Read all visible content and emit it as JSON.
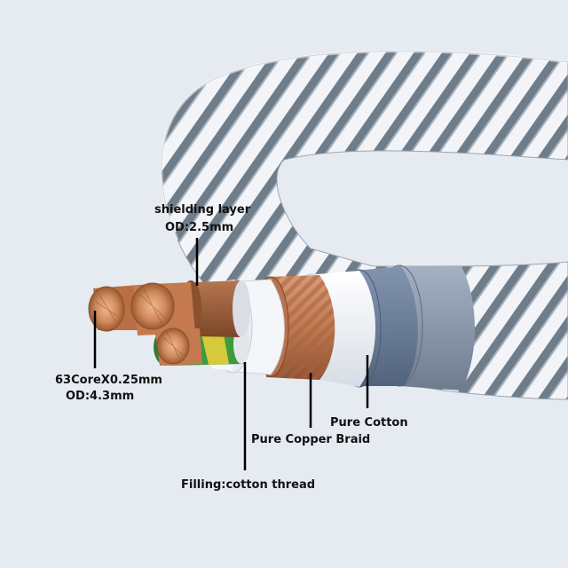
{
  "labels": {
    "shielding": "shielding layer",
    "shielding_od": "OD:2.5mm",
    "core": "63CoreX0.25mm",
    "core_od": "OD:4.3mm",
    "cotton": "Pure Cotton",
    "braid": "Pure Copper Braid",
    "filling": "Filling:cotton thread"
  },
  "colors": {
    "background": "#e6ebf2",
    "sleeve_white": "#f2f4f7",
    "sleeve_stripe": "#6f7d8a",
    "jacket_blue": "#6a7d98",
    "jacket_grey": "#8a97aa",
    "copper": "#c47a4e",
    "brown_insulation": "#9c5f3d",
    "earth_green": "#3d9a3e",
    "earth_yellow": "#d6c93c",
    "leader_line": "#000000"
  }
}
